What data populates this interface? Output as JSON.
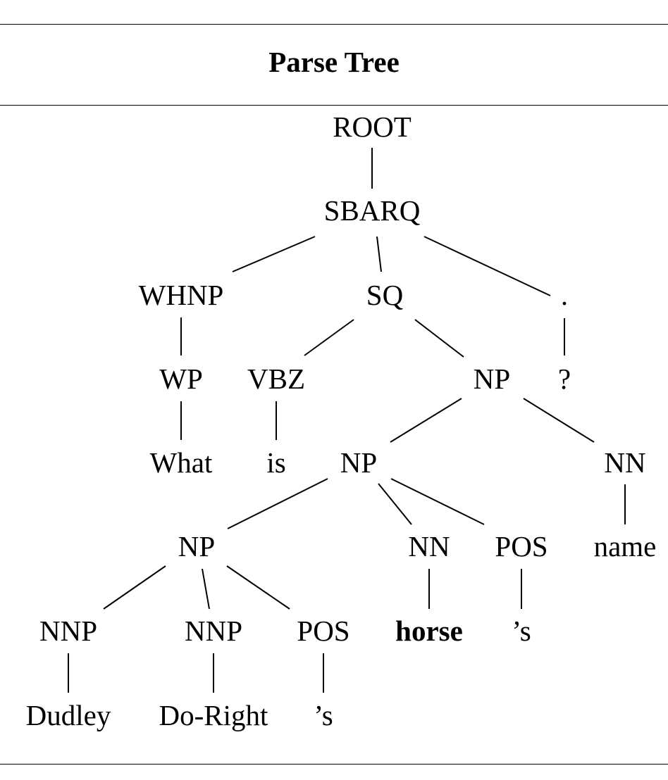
{
  "title": "Parse Tree",
  "tree": {
    "nodes": [
      {
        "id": "root",
        "label": "ROOT"
      },
      {
        "id": "sbarq",
        "label": "SBARQ"
      },
      {
        "id": "whnp",
        "label": "WHNP"
      },
      {
        "id": "sq",
        "label": "SQ"
      },
      {
        "id": "period",
        "label": "."
      },
      {
        "id": "wp",
        "label": "WP"
      },
      {
        "id": "vbz",
        "label": "VBZ"
      },
      {
        "id": "np-top",
        "label": "NP"
      },
      {
        "id": "question-mark",
        "label": "?"
      },
      {
        "id": "what",
        "label": "What"
      },
      {
        "id": "is",
        "label": "is"
      },
      {
        "id": "np-mid",
        "label": "NP"
      },
      {
        "id": "nn-name",
        "label": "NN"
      },
      {
        "id": "np-low",
        "label": "NP"
      },
      {
        "id": "nn-horse",
        "label": "NN"
      },
      {
        "id": "pos-1",
        "label": "POS"
      },
      {
        "id": "name",
        "label": "name"
      },
      {
        "id": "nnp-1",
        "label": "NNP"
      },
      {
        "id": "nnp-2",
        "label": "NNP"
      },
      {
        "id": "pos-2",
        "label": "POS"
      },
      {
        "id": "horse",
        "label": "horse",
        "bold": true
      },
      {
        "id": "apos-s-1",
        "label": "’s"
      },
      {
        "id": "dudley",
        "label": "Dudley"
      },
      {
        "id": "do-right",
        "label": "Do-Right"
      },
      {
        "id": "apos-s-2",
        "label": "’s"
      }
    ],
    "edges": [
      [
        "root",
        "sbarq"
      ],
      [
        "sbarq",
        "whnp"
      ],
      [
        "sbarq",
        "sq"
      ],
      [
        "sbarq",
        "period"
      ],
      [
        "whnp",
        "wp"
      ],
      [
        "wp",
        "what"
      ],
      [
        "sq",
        "vbz"
      ],
      [
        "sq",
        "np-top"
      ],
      [
        "vbz",
        "is"
      ],
      [
        "period",
        "question-mark"
      ],
      [
        "np-top",
        "np-mid"
      ],
      [
        "np-top",
        "nn-name"
      ],
      [
        "nn-name",
        "name"
      ],
      [
        "np-mid",
        "np-low"
      ],
      [
        "np-mid",
        "nn-horse"
      ],
      [
        "np-mid",
        "pos-1"
      ],
      [
        "nn-horse",
        "horse"
      ],
      [
        "pos-1",
        "apos-s-1"
      ],
      [
        "np-low",
        "nnp-1"
      ],
      [
        "np-low",
        "nnp-2"
      ],
      [
        "np-low",
        "pos-2"
      ],
      [
        "nnp-1",
        "dudley"
      ],
      [
        "nnp-2",
        "do-right"
      ],
      [
        "pos-2",
        "apos-s-2"
      ]
    ]
  }
}
